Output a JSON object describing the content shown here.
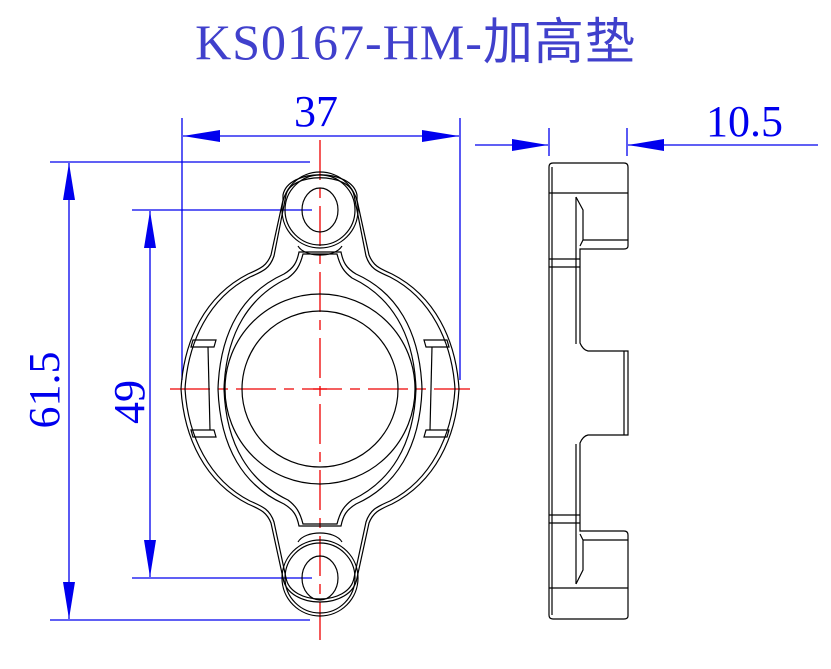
{
  "title": "KS0167-HM-加高垫",
  "colors": {
    "title": "#4040cc",
    "dimension": "#0000ee",
    "centerline": "#ee0000",
    "outline": "#000000",
    "background": "#ffffff"
  },
  "views": {
    "front": {
      "label": "front-view",
      "holes": 2
    },
    "side": {
      "label": "side-view"
    }
  },
  "dimensions": {
    "width": "37",
    "thickness": "10.5",
    "overall_height": "61.5",
    "hole_spacing": "49"
  }
}
